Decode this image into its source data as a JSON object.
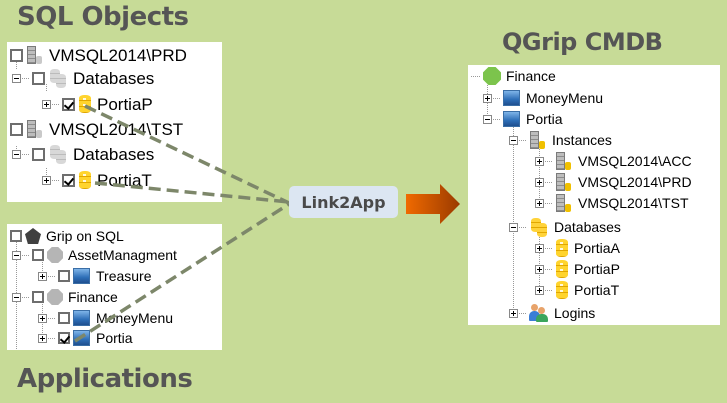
{
  "headings": {
    "sql_objects": "SQL Objects",
    "applications": "Applications",
    "qgrip_cmdb": "QGrip CMDB"
  },
  "link_label": "Link2App",
  "arrow": {
    "direction": "right",
    "color_start": "#f06a00",
    "color_end": "#9a3a00"
  },
  "colors": {
    "background": "#c7db97",
    "heading": "#555555",
    "link_box": "#dce6f2",
    "connector": "#7d876a"
  },
  "sql_objects_tree": [
    {
      "label": "VMSQL2014\\PRD",
      "icon": "server-icon",
      "checked": false,
      "level": 0,
      "expander": "none"
    },
    {
      "label": "Databases",
      "icon": "databases-icon",
      "checked": false,
      "level": 1,
      "expander": "minus"
    },
    {
      "label": "PortiaP",
      "icon": "database-icon",
      "checked": true,
      "level": 2,
      "expander": "plus"
    },
    {
      "label": "VMSQL2014\\TST",
      "icon": "server-icon",
      "checked": false,
      "level": 0,
      "expander": "none"
    },
    {
      "label": "Databases",
      "icon": "databases-icon",
      "checked": false,
      "level": 1,
      "expander": "minus"
    },
    {
      "label": "PortiaT",
      "icon": "database-icon",
      "checked": true,
      "level": 2,
      "expander": "plus"
    }
  ],
  "applications_tree": [
    {
      "label": "Grip on SQL",
      "icon": "pentagon-icon",
      "checked": false,
      "level": 0,
      "expander": "none"
    },
    {
      "label": "AssetManagment",
      "icon": "group-icon",
      "checked": false,
      "level": 1,
      "expander": "minus"
    },
    {
      "label": "Treasure",
      "icon": "application-icon",
      "checked": false,
      "level": 2,
      "expander": "plus"
    },
    {
      "label": "Finance",
      "icon": "group-icon",
      "checked": false,
      "level": 1,
      "expander": "minus"
    },
    {
      "label": "MoneyMenu",
      "icon": "application-icon",
      "checked": false,
      "level": 2,
      "expander": "plus"
    },
    {
      "label": "Portia",
      "icon": "application-icon",
      "checked": true,
      "level": 2,
      "expander": "plus"
    }
  ],
  "cmdb_tree": [
    {
      "label": "Finance",
      "icon": "group-icon",
      "level": 0,
      "expander": "none"
    },
    {
      "label": "MoneyMenu",
      "icon": "application-icon",
      "level": 1,
      "expander": "plus"
    },
    {
      "label": "Portia",
      "icon": "application-icon",
      "level": 1,
      "expander": "minus"
    },
    {
      "label": "Instances",
      "icon": "instances-icon",
      "level": 2,
      "expander": "minus"
    },
    {
      "label": "VMSQL2014\\ACC",
      "icon": "server-icon",
      "level": 3,
      "expander": "plus"
    },
    {
      "label": "VMSQL2014\\PRD",
      "icon": "server-icon",
      "level": 3,
      "expander": "plus"
    },
    {
      "label": "VMSQL2014\\TST",
      "icon": "server-icon",
      "level": 3,
      "expander": "plus"
    },
    {
      "label": "Databases",
      "icon": "databases-icon",
      "level": 2,
      "expander": "minus"
    },
    {
      "label": "PortiaA",
      "icon": "database-icon",
      "level": 3,
      "expander": "plus"
    },
    {
      "label": "PortiaP",
      "icon": "database-icon",
      "level": 3,
      "expander": "plus"
    },
    {
      "label": "PortiaT",
      "icon": "database-icon",
      "level": 3,
      "expander": "plus"
    },
    {
      "label": "Logins",
      "icon": "logins-icon",
      "level": 2,
      "expander": "plus"
    }
  ]
}
